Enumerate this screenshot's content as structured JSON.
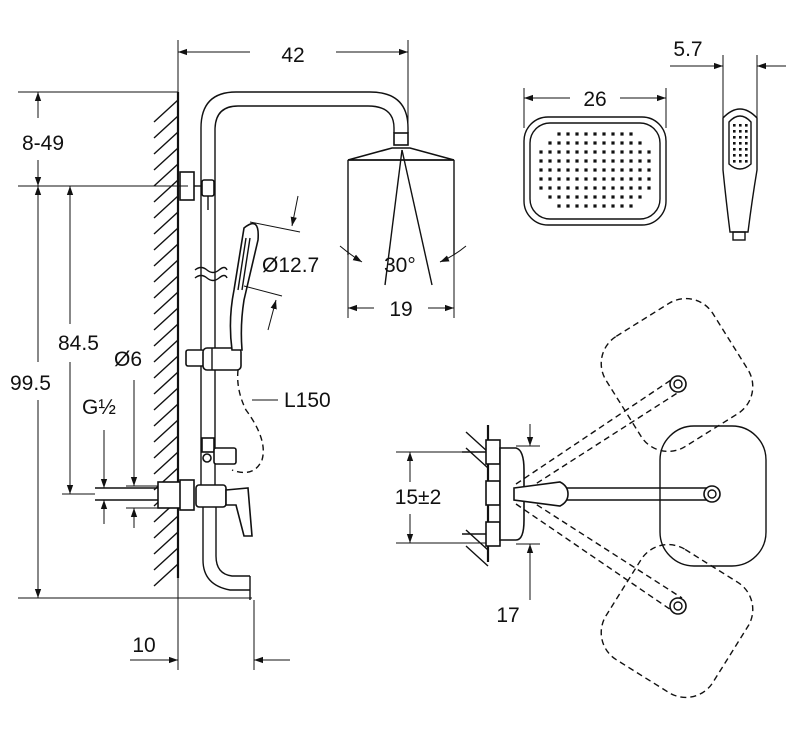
{
  "dimensions": {
    "width_top": "42",
    "top_offset": "8-49",
    "handle_height": "84.5",
    "total_height": "99.5",
    "pipe_diameter": "Ø6",
    "thread": "G½",
    "handset_diameter": "Ø12.7",
    "hose_length": "L150",
    "spray_angle": "30°",
    "head_height": "19",
    "head_width": "26",
    "handset_width": "5.7",
    "wall_offset": "10",
    "center_distance": "15±2",
    "depth": "17"
  },
  "colors": {
    "line": "#111111",
    "background": "#ffffff"
  }
}
